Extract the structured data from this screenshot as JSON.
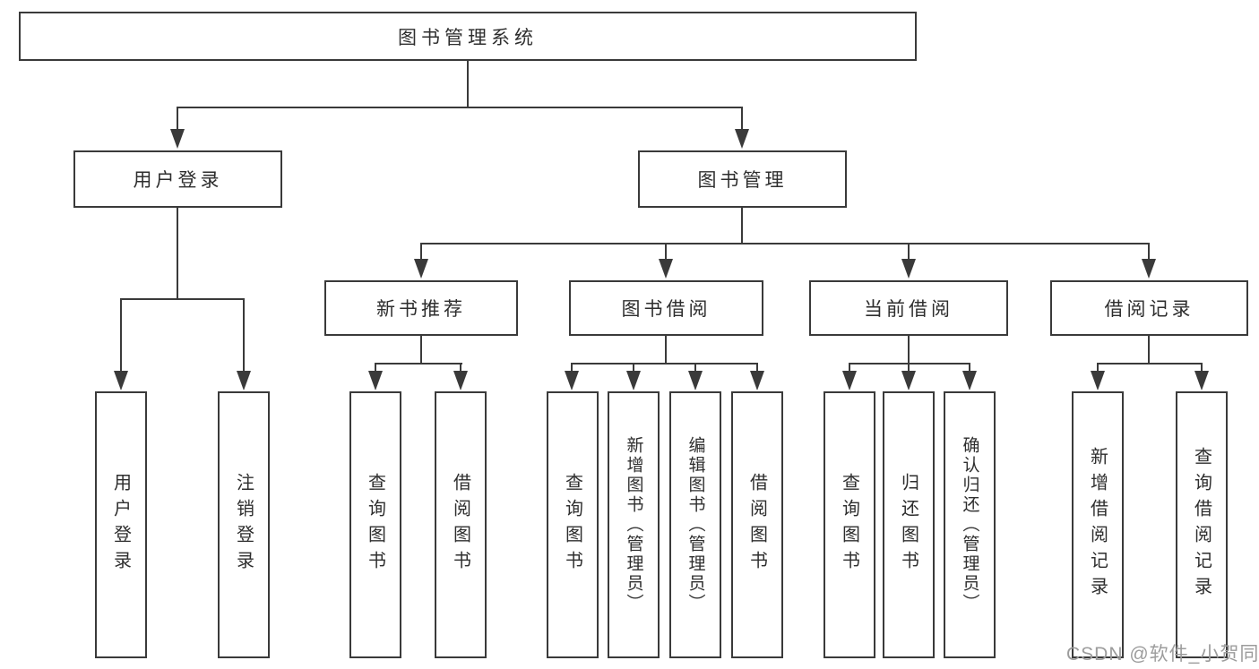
{
  "tree": {
    "label": "图书管理系统",
    "children": [
      {
        "label": "用户登录",
        "children": [
          {
            "label": "用户登录"
          },
          {
            "label": "注销登录"
          }
        ]
      },
      {
        "label": "图书管理",
        "children": [
          {
            "label": "新书推荐",
            "children": [
              {
                "label": "查询图书"
              },
              {
                "label": "借阅图书"
              }
            ]
          },
          {
            "label": "图书借阅",
            "children": [
              {
                "label": "查询图书"
              },
              {
                "label": "新增图书（管理员）"
              },
              {
                "label": "编辑图书（管理员）"
              },
              {
                "label": "借阅图书"
              }
            ]
          },
          {
            "label": "当前借阅",
            "children": [
              {
                "label": "查询图书"
              },
              {
                "label": "归还图书"
              },
              {
                "label": "确认归还（管理员）"
              }
            ]
          },
          {
            "label": "借阅记录",
            "children": [
              {
                "label": "新增借阅记录"
              },
              {
                "label": "查询借阅记录"
              }
            ]
          }
        ]
      }
    ]
  },
  "watermark": "CSDN @软件_小贺同学",
  "colors": {
    "line": "#3a3a3a",
    "text": "#2e2e2e",
    "watermark": "#9c9c9c",
    "background": "#ffffff"
  }
}
